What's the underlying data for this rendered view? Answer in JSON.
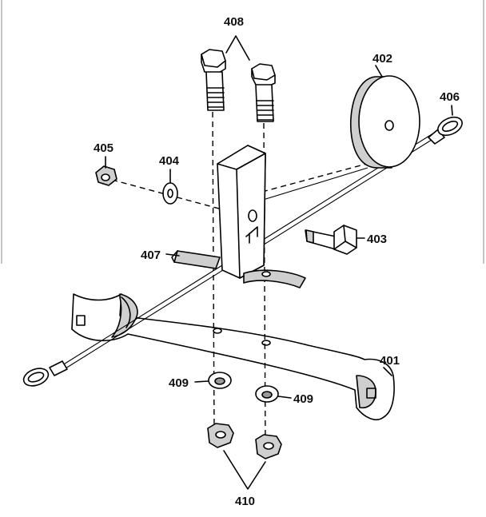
{
  "diagram": {
    "labels": {
      "bolts": "408",
      "weight": "402",
      "eyelet_right": "406",
      "nut_small": "405",
      "washer_small": "404",
      "side_bolt": "403",
      "pad": "407",
      "base_bracket": "401",
      "washer_left": "409",
      "washer_right": "409",
      "nuts": "410"
    }
  }
}
